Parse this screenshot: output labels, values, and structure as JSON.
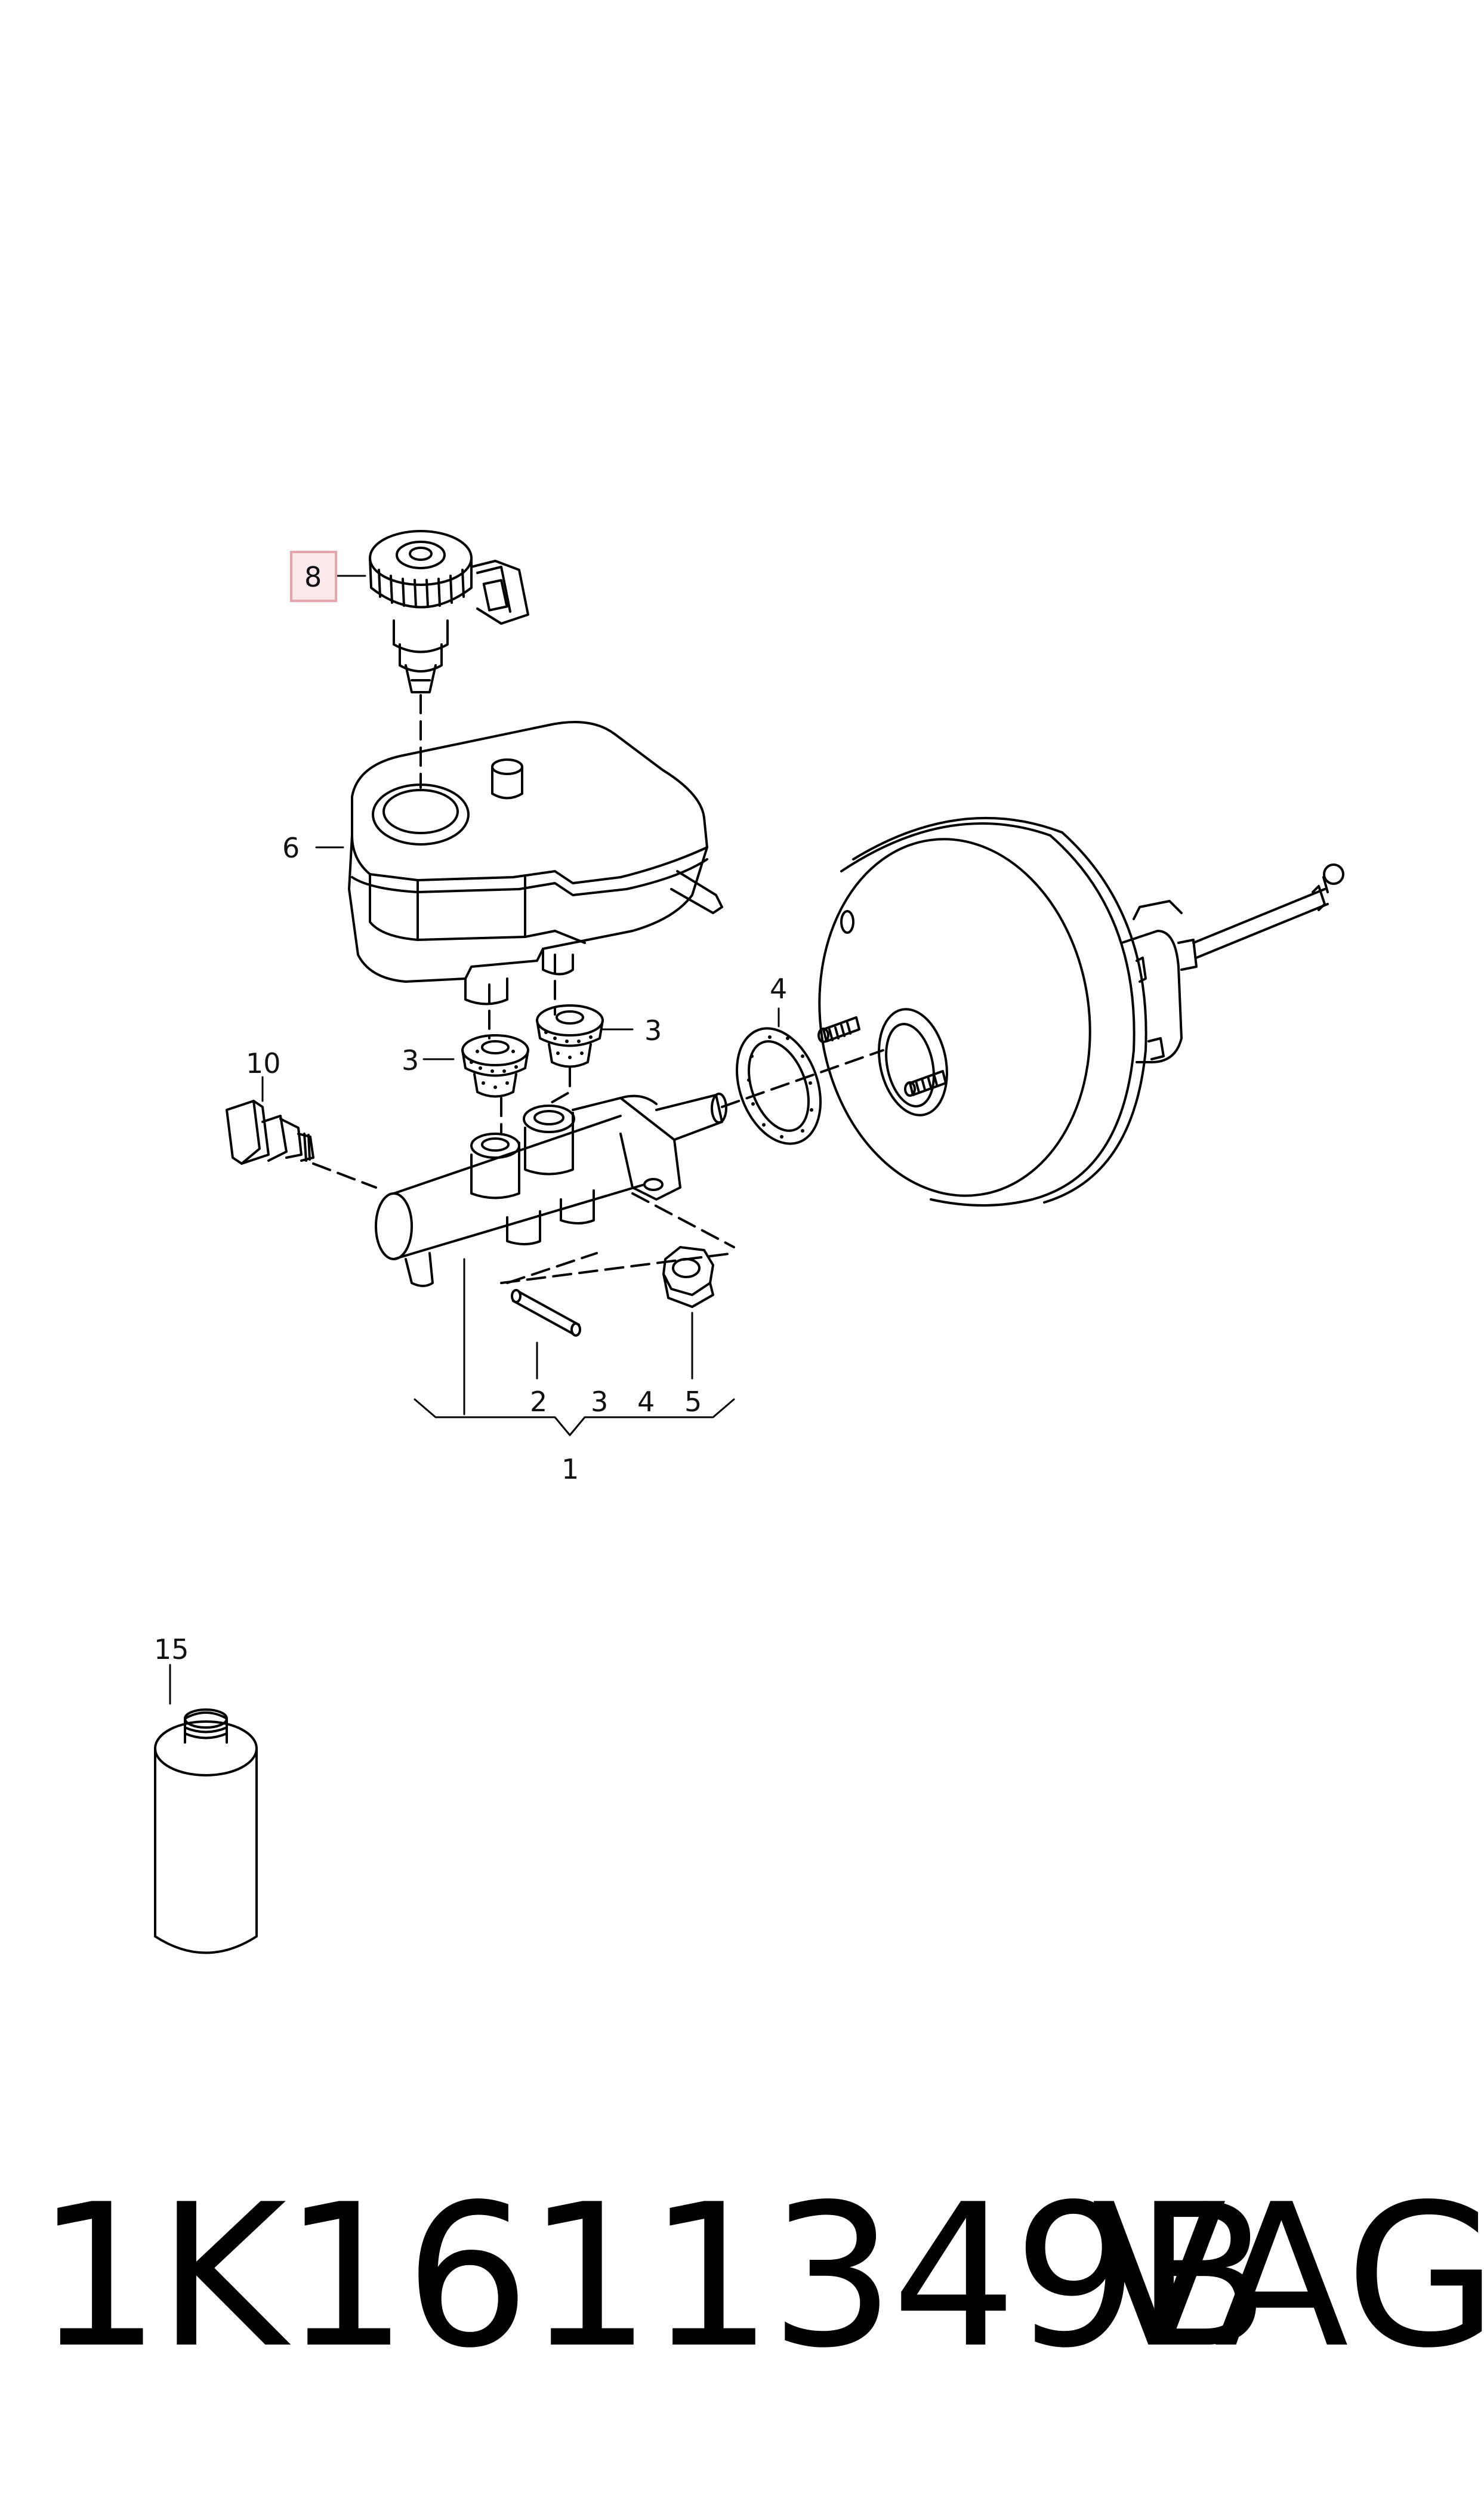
{
  "diagram": {
    "callouts": [
      "1",
      "2",
      "3",
      "3",
      "3",
      "4",
      "4",
      "5",
      "6",
      "8",
      "10",
      "15"
    ],
    "highlighted_callout": "8",
    "highlight_color": "#e8a4aa",
    "highlight_fill": "#fbe9ea",
    "line_color": "#000000"
  },
  "footer": {
    "part_number": "1K1611349B",
    "brand": "VAG"
  }
}
